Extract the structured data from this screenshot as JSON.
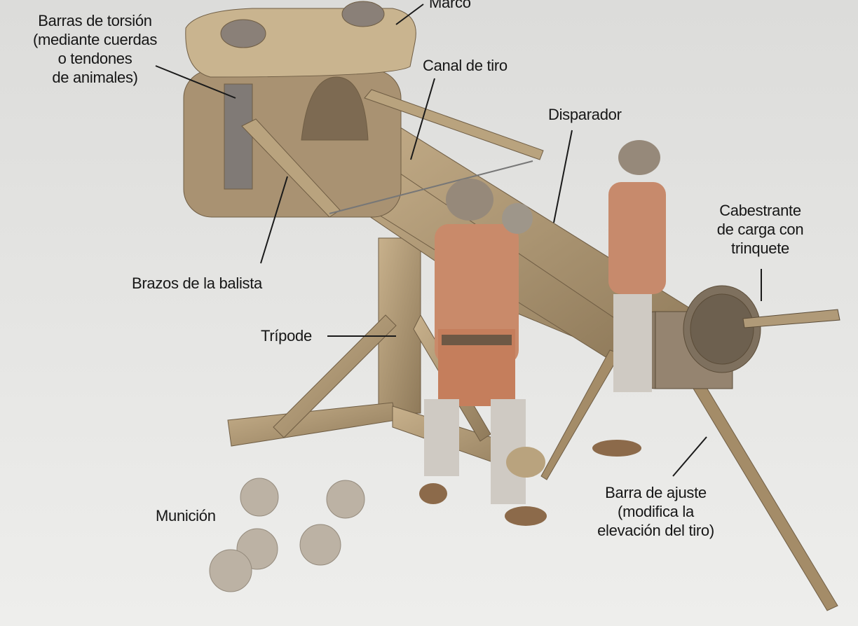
{
  "labels": {
    "marco": "Marco",
    "barras": [
      "Barras de torsión",
      "(mediante cuerdas",
      "o tendones",
      "de animales)"
    ],
    "canal": "Canal de tiro",
    "disparador": "Disparador",
    "cabestrante": [
      "Cabestrante",
      "de carga con",
      "trinquete"
    ],
    "brazos": "Brazos de la balista",
    "tripode": "Trípode",
    "municion": "Munición",
    "barra_ajuste": [
      "Barra de ajuste",
      "(modifica la",
      "elevación del tiro)"
    ]
  },
  "colors": {
    "wood": "#b49a74",
    "wood_dark": "#8a7456",
    "tunic": "#c98a6a",
    "stone": "#bcb2a4",
    "background": "#e6e6e3"
  }
}
